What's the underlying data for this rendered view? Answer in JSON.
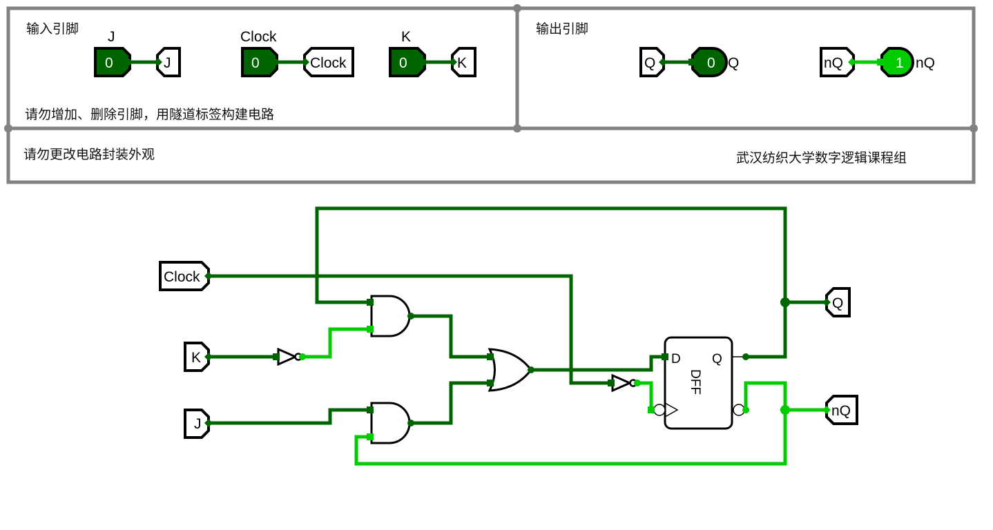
{
  "colors": {
    "wire_low": "#006400",
    "wire_high": "#00cc00",
    "frame": "#828282",
    "pin_low_fill": "#006400",
    "pin_high_fill": "#00cc00",
    "outline": "#000000"
  },
  "appearance_frame": {
    "input_section_title": "输入引脚",
    "output_section_title": "输出引脚",
    "note_pins": "请勿增加、删除引脚，用隧道标签构建电路",
    "note_appearance": "请勿更改电路封装外观",
    "credit": "武汉纺织大学数字逻辑课程组"
  },
  "input_pins": [
    {
      "name": "J",
      "value": "0",
      "state": "low",
      "tunnel_label": "J"
    },
    {
      "name": "Clock",
      "value": "0",
      "state": "low",
      "tunnel_label": "Clock"
    },
    {
      "name": "K",
      "value": "0",
      "state": "low",
      "tunnel_label": "K"
    }
  ],
  "output_pins": [
    {
      "name": "Q",
      "value": "0",
      "state": "low",
      "tunnel_label": "Q"
    },
    {
      "name": "nQ",
      "value": "1",
      "state": "high",
      "tunnel_label": "nQ"
    }
  ],
  "circuit": {
    "tunnels": {
      "clock": "Clock",
      "k": "K",
      "j": "J",
      "q": "Q",
      "nq": "nQ"
    },
    "components": {
      "not_k": "NOT",
      "and_top": "AND",
      "and_bottom": "AND",
      "or_gate": "OR",
      "not_clock": "NOT",
      "dff": {
        "title": "DFF",
        "input_d": "D",
        "output_q": "Q"
      }
    },
    "signals": {
      "clock": "low",
      "k": "low",
      "not_k": "high",
      "j": "low",
      "q": "low",
      "nq": "high",
      "and_top_out": "low",
      "and_bottom_out": "low",
      "or_out": "low",
      "not_clock_out": "high"
    }
  }
}
